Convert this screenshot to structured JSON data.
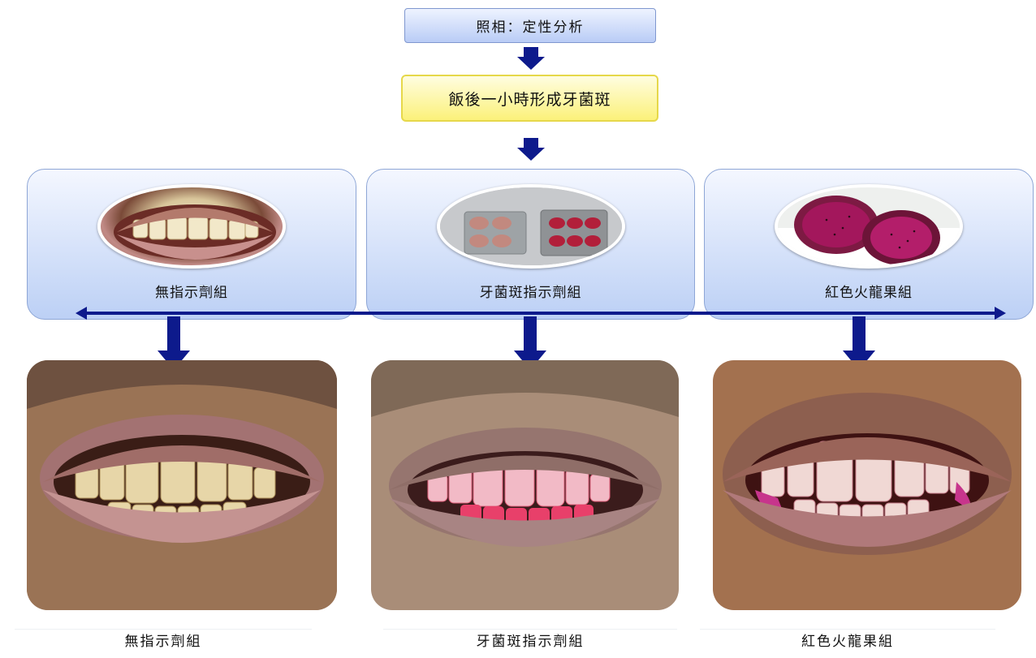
{
  "flow": {
    "top_box": "照相：定性分析",
    "second_box": "飯後一小時形成牙菌斑"
  },
  "groups": [
    {
      "panel_label": "無指示劑組",
      "caption": "無指示劑組"
    },
    {
      "panel_label": "牙菌斑指示劑組",
      "caption": "牙菌斑指示劑組"
    },
    {
      "panel_label": "紅色火龍果組",
      "caption": "紅色火龍果組"
    }
  ],
  "colors": {
    "arrow": "#0d1a8c",
    "box_blue": "#b9ccf6",
    "box_yellow": "#fbf17a"
  }
}
